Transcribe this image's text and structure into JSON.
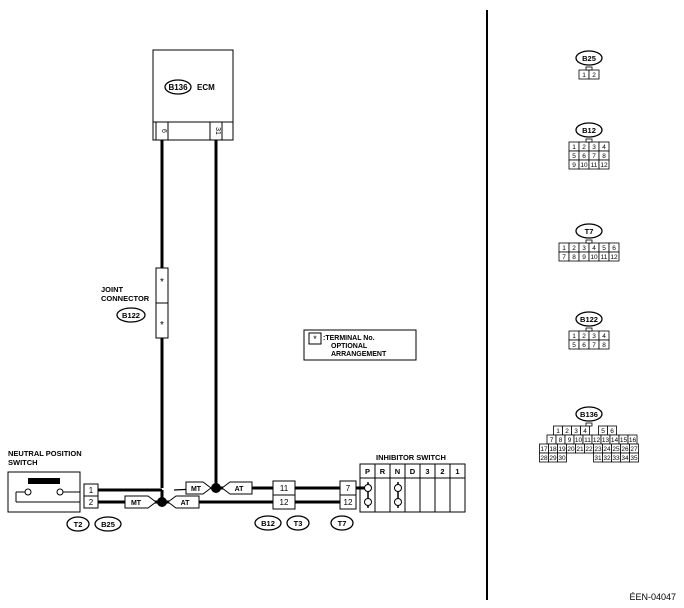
{
  "ecm": {
    "connector": "B136",
    "label": "ECM",
    "pin_left": "6",
    "pin_right": "31"
  },
  "joint": {
    "line1": "JOINT",
    "line2": "CONNECTOR",
    "connector": "B122",
    "star": "*"
  },
  "legend": {
    "star": "*",
    "line1": ":TERMINAL No.",
    "line2": "OPTIONAL",
    "line3": "ARRANGEMENT"
  },
  "neutral": {
    "line1": "NEUTRAL POSITION",
    "line2": "SWITCH",
    "conn_a": "T2",
    "conn_b": "B25",
    "pin1": "1",
    "pin2": "2"
  },
  "mid": {
    "conn_a": "B12",
    "conn_b": "T3",
    "pin_top": "11",
    "pin_bot": "12"
  },
  "inhibitor": {
    "title": "INHIBITOR SWITCH",
    "connector": "T7",
    "pin_top": "7",
    "pin_bot": "12",
    "positions": [
      "P",
      "R",
      "N",
      "D",
      "3",
      "2",
      "1"
    ]
  },
  "arrows": {
    "mt": "MT",
    "at": "AT"
  },
  "connector_views": {
    "b25": {
      "label": "B25",
      "row1": [
        "1",
        "2"
      ]
    },
    "b12": {
      "label": "B12",
      "row1": [
        "1",
        "2",
        "3",
        "4"
      ],
      "row2": [
        "5",
        "6",
        "7",
        "8"
      ],
      "row3": [
        "9",
        "10",
        "11",
        "12"
      ]
    },
    "t7": {
      "label": "T7",
      "row1": [
        "1",
        "2",
        "3",
        "4",
        "5",
        "6"
      ],
      "row2": [
        "7",
        "8",
        "9",
        "10",
        "11",
        "12"
      ]
    },
    "b122": {
      "label": "B122",
      "row1": [
        "1",
        "2",
        "3",
        "4"
      ],
      "row2": [
        "5",
        "6",
        "7",
        "8"
      ]
    },
    "b136": {
      "label": "B136",
      "row1": [
        "1",
        "2",
        "3",
        "4",
        "",
        "5",
        "6"
      ],
      "row2": [
        "7",
        "8",
        "9",
        "10",
        "11",
        "12",
        "13",
        "14",
        "15",
        "16"
      ],
      "row3": [
        "17",
        "18",
        "19",
        "20",
        "21",
        "22",
        "23",
        "24",
        "25",
        "26",
        "27"
      ],
      "row4": [
        "28",
        "29",
        "30",
        "",
        "",
        "",
        "31",
        "32",
        "33",
        "34",
        "35"
      ]
    }
  },
  "footer_code": "ÉEN-04047"
}
